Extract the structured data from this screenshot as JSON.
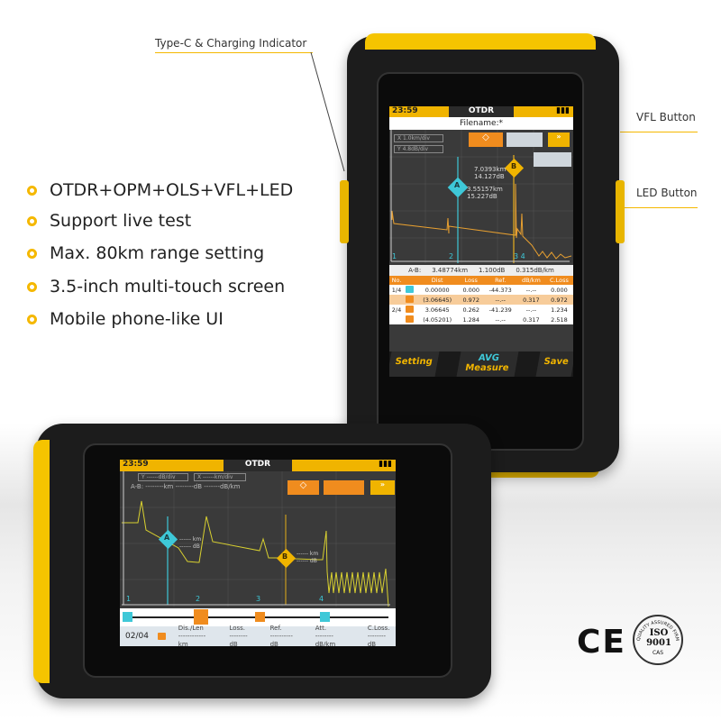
{
  "features": [
    "OTDR+OPM+OLS+VFL+LED",
    "Support live test",
    "Max. 80km range setting",
    "3.5-inch multi-touch screen",
    "Mobile phone-like UI"
  ],
  "callouts": {
    "typec": "Type-C & Charging Indicator",
    "vfl": "VFL Button",
    "led": "LED Button"
  },
  "colors": {
    "accent": "#f5b800",
    "orange": "#f08c1e",
    "cyan": "#3ec8d8"
  },
  "portrait": {
    "time": "23:59",
    "title": "OTDR",
    "filename": "Filename:*",
    "x_scale": "X   1.0km/div",
    "y_scale": "Y   4.8dB/div",
    "marker_a": {
      "label": "A",
      "km": "3.55157km",
      "db": "15.227dB"
    },
    "marker_b": {
      "label": "B",
      "km": "7.0393km",
      "db": "14.127dB"
    },
    "event_numbers": [
      "1",
      "2",
      "3 4"
    ],
    "ab": {
      "label": "A-B:",
      "km": "3.48774km",
      "db": "1.100dB",
      "dbkm": "0.315dB/km"
    },
    "columns": [
      "No.",
      "",
      "Dist",
      "Loss",
      "Ref.",
      "dB/km",
      "C.Loss"
    ],
    "rows": [
      [
        "1/4",
        "start",
        "0.00000",
        "0.000",
        "-44.373",
        "--.--",
        "0.000"
      ],
      [
        "",
        "section",
        "(3.06645)",
        "0.972",
        "--.--",
        "0.317",
        "0.972"
      ],
      [
        "2/4",
        "reflect",
        "3.06645",
        "0.262",
        "-41.239",
        "--.--",
        "1.234"
      ],
      [
        "",
        "section",
        "(4.05201)",
        "1.284",
        "--.--",
        "0.317",
        "2.518"
      ]
    ],
    "buttons": {
      "setting": "Setting",
      "avg": "AVG",
      "measure": "Measure",
      "save": "Save"
    }
  },
  "landscape": {
    "time": "23:59",
    "title": "OTDR",
    "y_scale": "Y  ------dB/div",
    "x_scale": "X  ------km/div",
    "ab": "A-B:  --------km  --------dB  -------dB/km",
    "marker_a": {
      "label": "A",
      "km": "------ km",
      "db": "------ dB"
    },
    "marker_b": {
      "label": "B",
      "km": "------ km",
      "db": "------ dB"
    },
    "event_numbers": [
      "1",
      "2",
      "3",
      "4"
    ],
    "page": "02/04",
    "fields": [
      {
        "label": "Dis./Len",
        "value": "------------ km"
      },
      {
        "label": "Loss.",
        "value": "-------- dB"
      },
      {
        "label": "Ref.",
        "value": "---------- dB"
      },
      {
        "label": "Att.",
        "value": "-------- dB/km"
      },
      {
        "label": "C.Loss.",
        "value": "-------- dB"
      }
    ]
  },
  "certs": {
    "ce": "CE",
    "iso": "ISO 9001",
    "cas": "CAS",
    "ring": "QUALITY ASSURED FIRM"
  }
}
